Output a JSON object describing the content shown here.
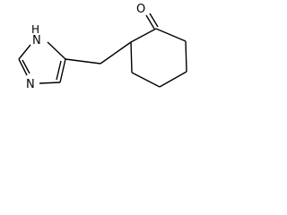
{
  "molecule": {
    "atoms": {
      "nh_n": "N",
      "nh_h": "H",
      "ring_n": "N",
      "carbonyl_o": "O"
    }
  },
  "colors": {
    "bond": "#000000",
    "label": "#000000",
    "background": "#ffffff"
  }
}
